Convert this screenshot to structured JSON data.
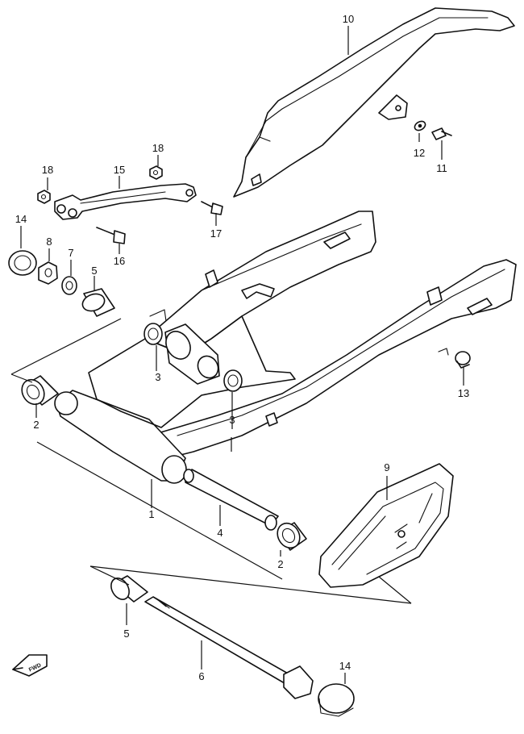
{
  "callouts": {
    "c1": "1",
    "c2a": "2",
    "c2b": "2",
    "c3a": "3",
    "c3b": "3",
    "c4": "4",
    "c5a": "5",
    "c5b": "5",
    "c6": "6",
    "c7": "7",
    "c8": "8",
    "c9": "9",
    "c10": "10",
    "c11": "11",
    "c12": "12",
    "c13": "13",
    "c14a": "14",
    "c14b": "14",
    "c15": "15",
    "c16": "16",
    "c17": "17",
    "c18a": "18",
    "c18b": "18"
  },
  "direction_badge": {
    "label": "FWD",
    "icon": "forward-arrow-icon"
  }
}
